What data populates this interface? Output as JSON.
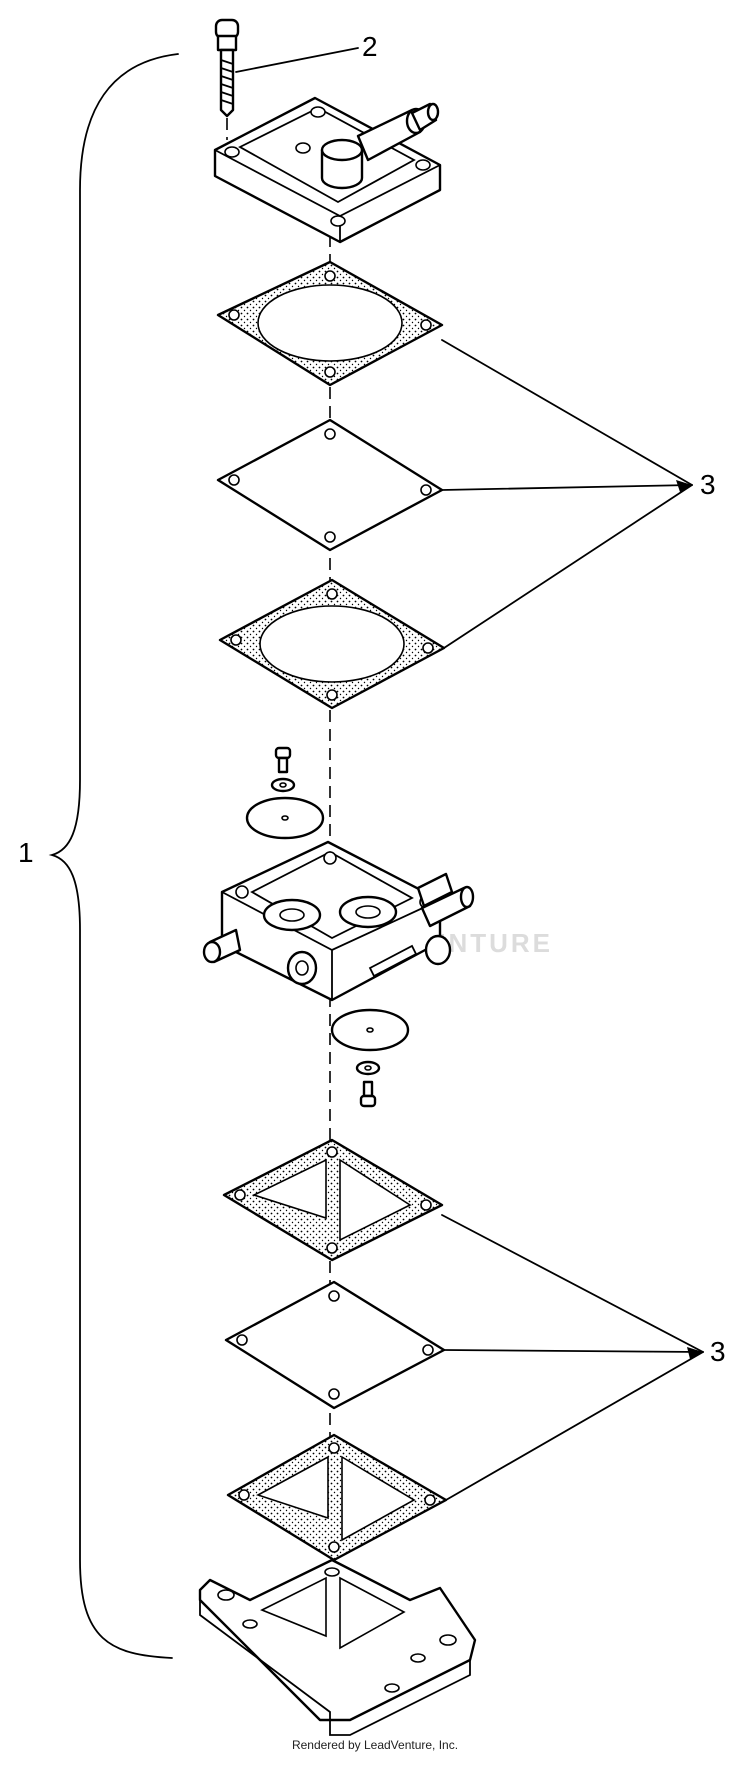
{
  "callouts": {
    "assembly": "1",
    "screw": "2",
    "gasket_set_upper": "3",
    "gasket_set_lower": "3"
  },
  "watermark": "LEADVENTURE",
  "footer": "Rendered by LeadVenture, Inc."
}
